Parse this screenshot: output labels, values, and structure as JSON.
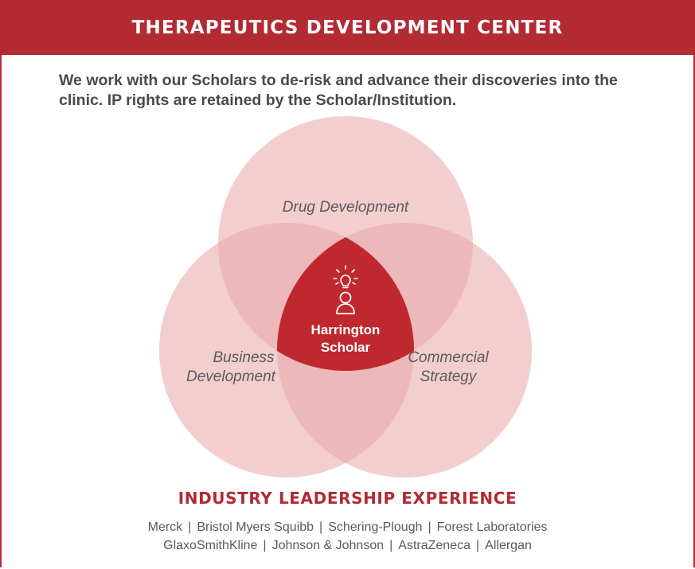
{
  "header": {
    "title": "THERAPEUTICS DEVELOPMENT CENTER"
  },
  "intro": {
    "text": "We work with our Scholars to de-risk and advance their discoveries into the clinic. IP rights are retained by the Scholar/Institution."
  },
  "venn": {
    "circles": [
      {
        "label": "Drug Development"
      },
      {
        "label_line1": "Business",
        "label_line2": "Development"
      },
      {
        "label_line1": "Commercial",
        "label_line2": "Strategy"
      }
    ],
    "center": {
      "line1": "Harrington",
      "line2": "Scholar",
      "icons": [
        "lightbulb-icon",
        "person-icon"
      ]
    },
    "colors": {
      "circle": "#e8a5a8",
      "center": "#c0282f",
      "brand": "#b22a32"
    }
  },
  "industry": {
    "title": "INDUSTRY LEADERSHIP EXPERIENCE",
    "row1": [
      "Merck",
      "Bristol Myers Squibb",
      "Schering-Plough",
      "Forest Laboratories"
    ],
    "row2": [
      "GlaxoSmithKline",
      "Johnson & Johnson",
      "AstraZeneca",
      "Allergan"
    ]
  }
}
